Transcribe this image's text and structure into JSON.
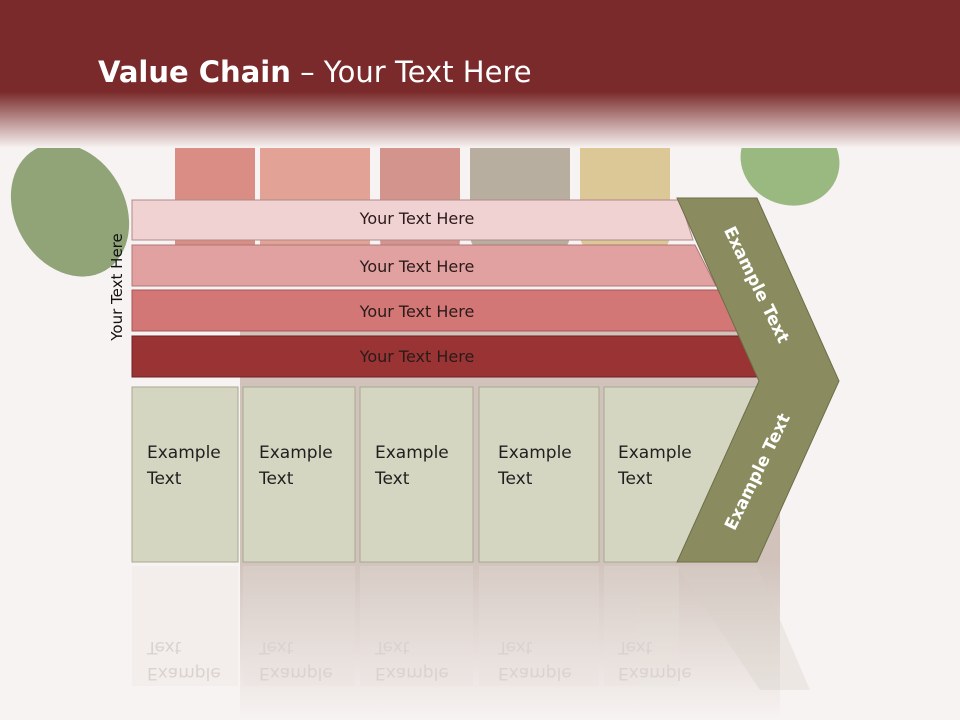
{
  "title": {
    "bold": "Value Chain",
    "rest": " – Your Text Here"
  },
  "side_label": "Your Text Here",
  "bars": [
    "Your Text Here",
    "Your Text Here",
    "Your Text Here",
    "Your Text Here"
  ],
  "boxes": [
    {
      "line1": "Example",
      "line2": "Text"
    },
    {
      "line1": "Example",
      "line2": "Text"
    },
    {
      "line1": "Example",
      "line2": "Text"
    },
    {
      "line1": "Example",
      "line2": "Text"
    },
    {
      "line1": "Example",
      "line2": "Text"
    }
  ],
  "chevron": {
    "upper": "Example Text",
    "lower": "Example Text"
  },
  "colors": {
    "header": "#7a2a2a",
    "bar1": "#f1d2d2",
    "bar2": "#e2a1a1",
    "bar3": "#d37676",
    "bar4": "#9a3333",
    "box": "#d5d6c1",
    "chevron": "#8a8c5f"
  }
}
